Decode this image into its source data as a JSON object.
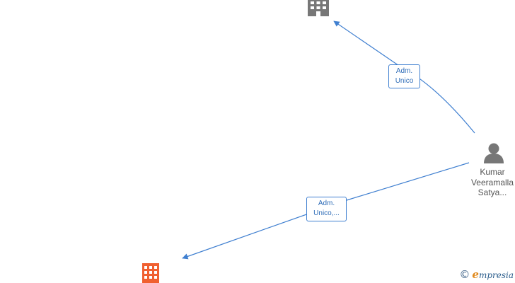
{
  "nodes": {
    "company_top": {
      "icon": "building-icon",
      "color": "#777777"
    },
    "company_bottom": {
      "icon": "building-icon",
      "color": "#f06030"
    },
    "person": {
      "icon": "person-icon",
      "color": "#777777",
      "label_lines": [
        "Kumar",
        "Veeramalla",
        "Satya..."
      ]
    }
  },
  "edges": [
    {
      "from": "person",
      "to": "company_top",
      "label_lines": [
        "Adm.",
        "Unico"
      ],
      "color": "#3f7fd0"
    },
    {
      "from": "person",
      "to": "company_bottom",
      "label_lines": [
        "Adm.",
        "Unico,..."
      ],
      "color": "#3f7fd0"
    }
  ],
  "brand": {
    "copyright_symbol": "©",
    "initial": "e",
    "rest": "mpresia"
  }
}
